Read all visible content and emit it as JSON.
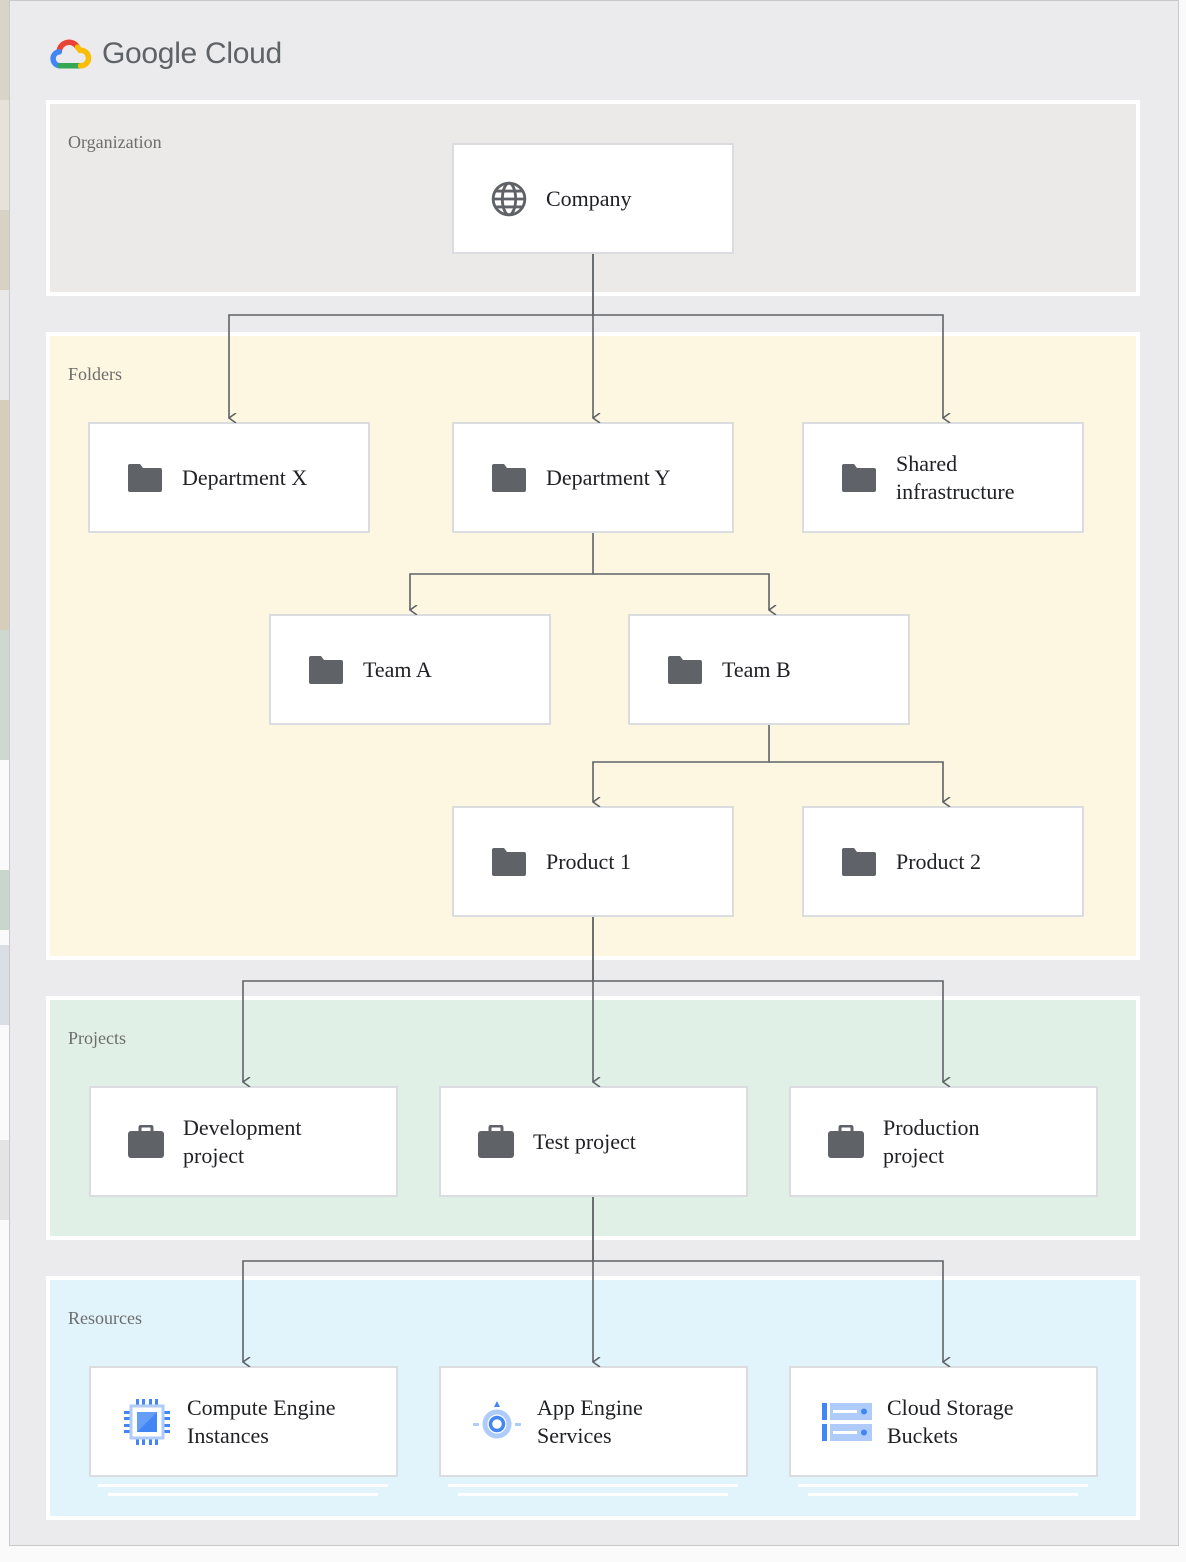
{
  "brand": {
    "name": "Google Cloud",
    "logo_icon": "google-cloud-logo"
  },
  "colors": {
    "organization_band": "#ebeae8",
    "folders_band": "#fdf6e1",
    "projects_band": "#e1f0e7",
    "resources_band": "#e1f3fb",
    "node_icon": "#5f6368",
    "resource_icon": "#4285f4"
  },
  "layers": {
    "organization": {
      "label": "Organization",
      "nodes": [
        {
          "line1": "Company",
          "line2": "",
          "icon": "globe-icon"
        }
      ]
    },
    "folders": {
      "label": "Folders",
      "nodes": [
        {
          "line1": "Department X",
          "line2": "",
          "icon": "folder-icon"
        },
        {
          "line1": "Department Y",
          "line2": "",
          "icon": "folder-icon"
        },
        {
          "line1": "Shared",
          "line2": "infrastructure",
          "icon": "folder-icon"
        },
        {
          "line1": "Team A",
          "line2": "",
          "icon": "folder-icon"
        },
        {
          "line1": "Team B",
          "line2": "",
          "icon": "folder-icon"
        },
        {
          "line1": "Product 1",
          "line2": "",
          "icon": "folder-icon"
        },
        {
          "line1": "Product 2",
          "line2": "",
          "icon": "folder-icon"
        }
      ]
    },
    "projects": {
      "label": "Projects",
      "nodes": [
        {
          "line1": "Development",
          "line2": "project",
          "icon": "briefcase-icon"
        },
        {
          "line1": "Test project",
          "line2": "",
          "icon": "briefcase-icon"
        },
        {
          "line1": "Production",
          "line2": "project",
          "icon": "briefcase-icon"
        }
      ]
    },
    "resources": {
      "label": "Resources",
      "nodes": [
        {
          "line1": "Compute Engine",
          "line2": "Instances",
          "icon": "compute-engine-icon"
        },
        {
          "line1": "App Engine",
          "line2": "Services",
          "icon": "app-engine-icon"
        },
        {
          "line1": "Cloud Storage",
          "line2": "Buckets",
          "icon": "cloud-storage-icon"
        }
      ]
    }
  },
  "edges": [
    [
      "Company",
      "Department X"
    ],
    [
      "Company",
      "Department Y"
    ],
    [
      "Company",
      "Shared infrastructure"
    ],
    [
      "Department Y",
      "Team A"
    ],
    [
      "Department Y",
      "Team B"
    ],
    [
      "Team B",
      "Product 1"
    ],
    [
      "Team B",
      "Product 2"
    ],
    [
      "Product 1",
      "Development project"
    ],
    [
      "Product 1",
      "Test project"
    ],
    [
      "Product 1",
      "Production project"
    ],
    [
      "Test project",
      "Compute Engine Instances"
    ],
    [
      "Test project",
      "App Engine Services"
    ],
    [
      "Test project",
      "Cloud Storage Buckets"
    ]
  ]
}
